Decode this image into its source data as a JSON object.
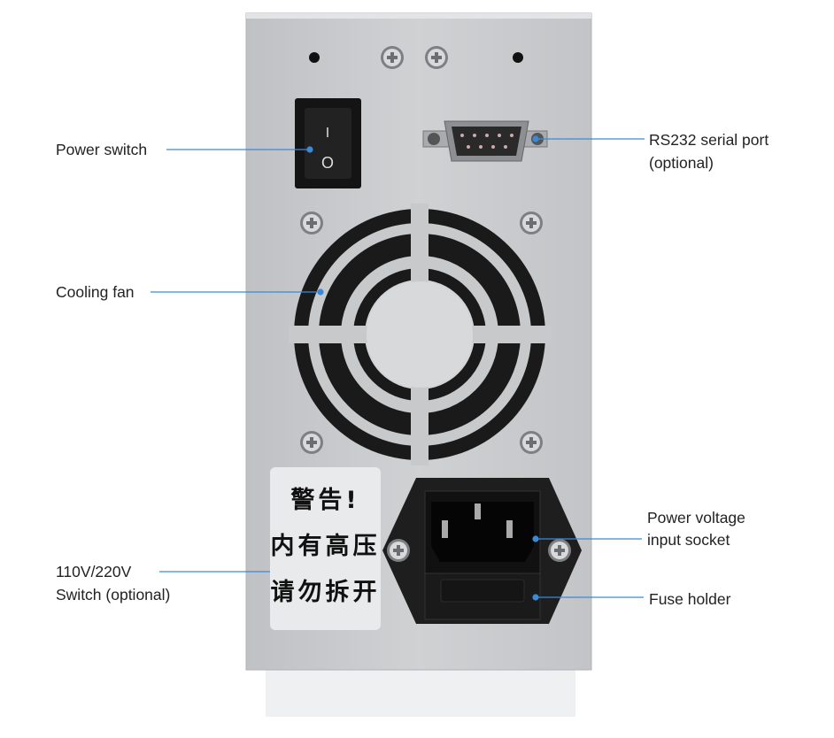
{
  "callouts": {
    "power_switch": "Power switch",
    "cooling_fan": "Cooling fan",
    "voltage_switch_line1": "110V/220V",
    "voltage_switch_line2": "Switch (optional)",
    "rs232_line1": "RS232 serial port",
    "rs232_line2": "(optional)",
    "power_socket_line1": "Power voltage",
    "power_socket_line2": "input socket",
    "fuse_holder": "Fuse holder"
  },
  "warning_label": {
    "line1": "警告!",
    "line2": "内有高压",
    "line3": "请勿拆开"
  },
  "switch_marks": {
    "on": "I",
    "off": "O"
  },
  "colors": {
    "callout_line": "#3a8ad6",
    "panel": "#c4c6c9"
  }
}
